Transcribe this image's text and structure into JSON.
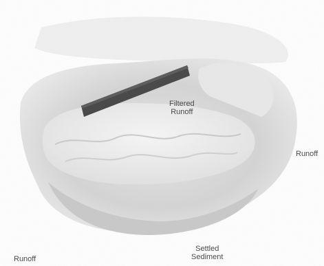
{
  "diagram": {
    "labels": {
      "filtered_runoff": [
        "Filtered",
        "Runoff"
      ],
      "runoff_right": "Runoff",
      "settled_sediment": [
        "Settled",
        "Sediment"
      ],
      "runoff_bottom_left": "Runoff"
    },
    "colors": {
      "barrier": "#4a4a4a",
      "basin_shade": "#d2d2d2",
      "basin_light": "#eeeeee",
      "text": "#4a4a4a"
    }
  }
}
